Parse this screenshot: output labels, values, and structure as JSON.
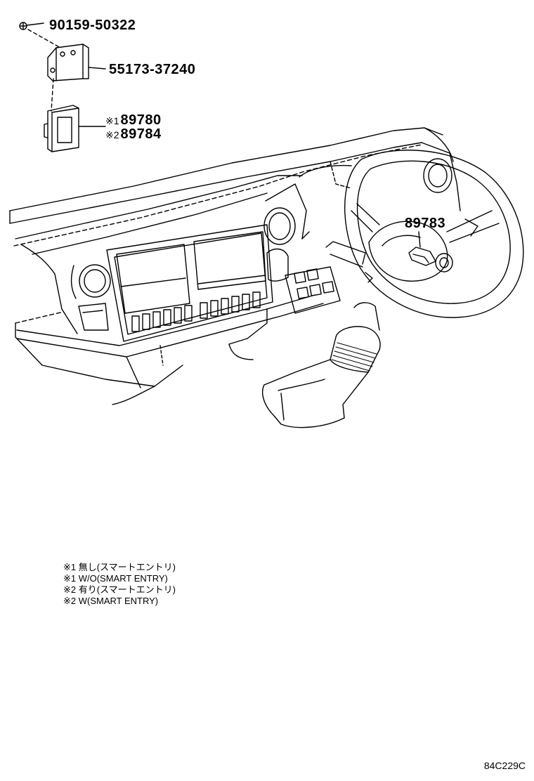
{
  "callouts": {
    "bolt": "90159-50322",
    "bracket": "55173-37240",
    "ecu_1_mark": "※1",
    "ecu_1": "89780",
    "ecu_2_mark": "※2",
    "ecu_2": "89784",
    "sensor": "89783"
  },
  "notes": [
    "※1 無し(スマートエントリ)",
    "※1 W/O(SMART ENTRY)",
    "※2 有り(スマートエントリ)",
    "※2 W(SMART ENTRY)"
  ],
  "figure_code": "84C229C"
}
